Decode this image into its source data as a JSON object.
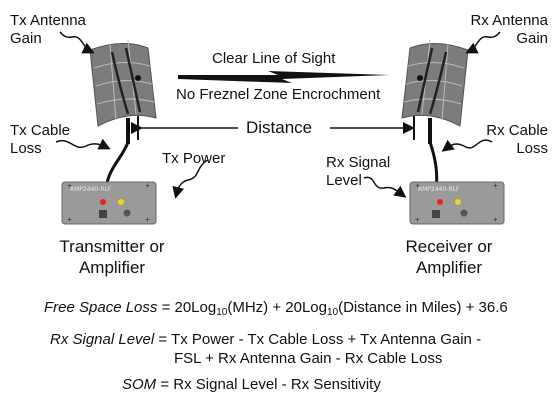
{
  "labels": {
    "tx_antenna_gain": [
      "Tx Antenna",
      "Gain"
    ],
    "rx_antenna_gain": [
      "Rx Antenna",
      "Gain"
    ],
    "tx_cable_loss": [
      "Tx Cable",
      "Loss"
    ],
    "rx_cable_loss": [
      "Rx Cable",
      "Loss"
    ],
    "tx_power": "Tx Power",
    "rx_signal_level": [
      "Rx Signal",
      "Level"
    ],
    "clear_los": "Clear Line of Sight",
    "fresnel": "No Freznel Zone Encrochment",
    "distance": "Distance",
    "transmitter": [
      "Transmitter or",
      "Amplifier"
    ],
    "receiver": [
      "Receiver or",
      "Amplifier"
    ],
    "device_model": "AMP2440-RLF"
  },
  "equations": {
    "fsl": {
      "lhs": "Free Space Loss",
      "eq": " = 20Log",
      "sub": "10",
      "mid": "(MHz) + 20Log",
      "sub2": "10",
      "end": "(Distance in Miles) + 36.6"
    },
    "rx": {
      "lhs": "Rx Signal Level",
      "line1": " = Tx Power - Tx Cable Loss + Tx Antenna Gain -",
      "line2": "FSL + Rx Antenna Gain - Rx Cable Loss"
    },
    "som": {
      "lhs": "SOM",
      "rhs": " = Rx Signal Level - Rx Sensitivity"
    }
  },
  "colors": {
    "antenna": "#7c7c7c",
    "device": "#9a9a9a",
    "led_red": "#e0261b",
    "led_yellow": "#f3d21a"
  }
}
